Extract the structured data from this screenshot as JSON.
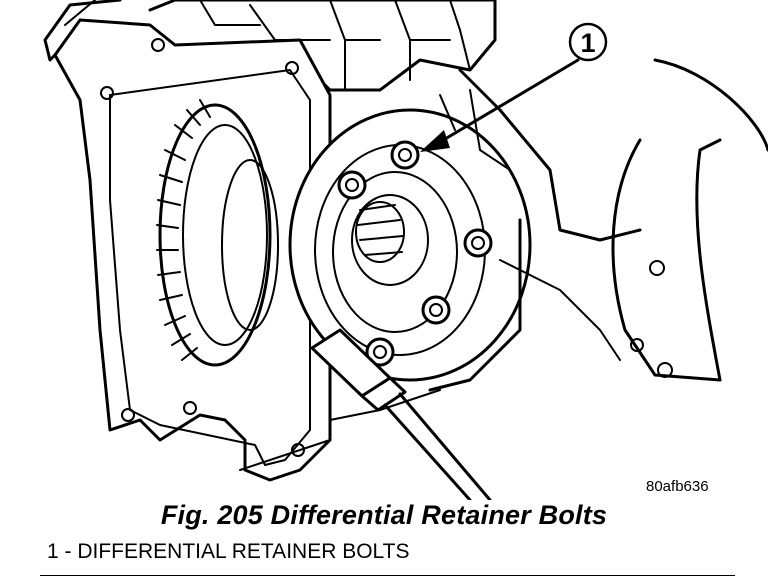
{
  "figure": {
    "callout_number": "1",
    "image_id": "80afb636",
    "caption": "Fig. 205 Differential Retainer Bolts"
  },
  "legend": {
    "items": [
      {
        "text": "1 - DIFFERENTIAL RETAINER BOLTS"
      }
    ]
  }
}
